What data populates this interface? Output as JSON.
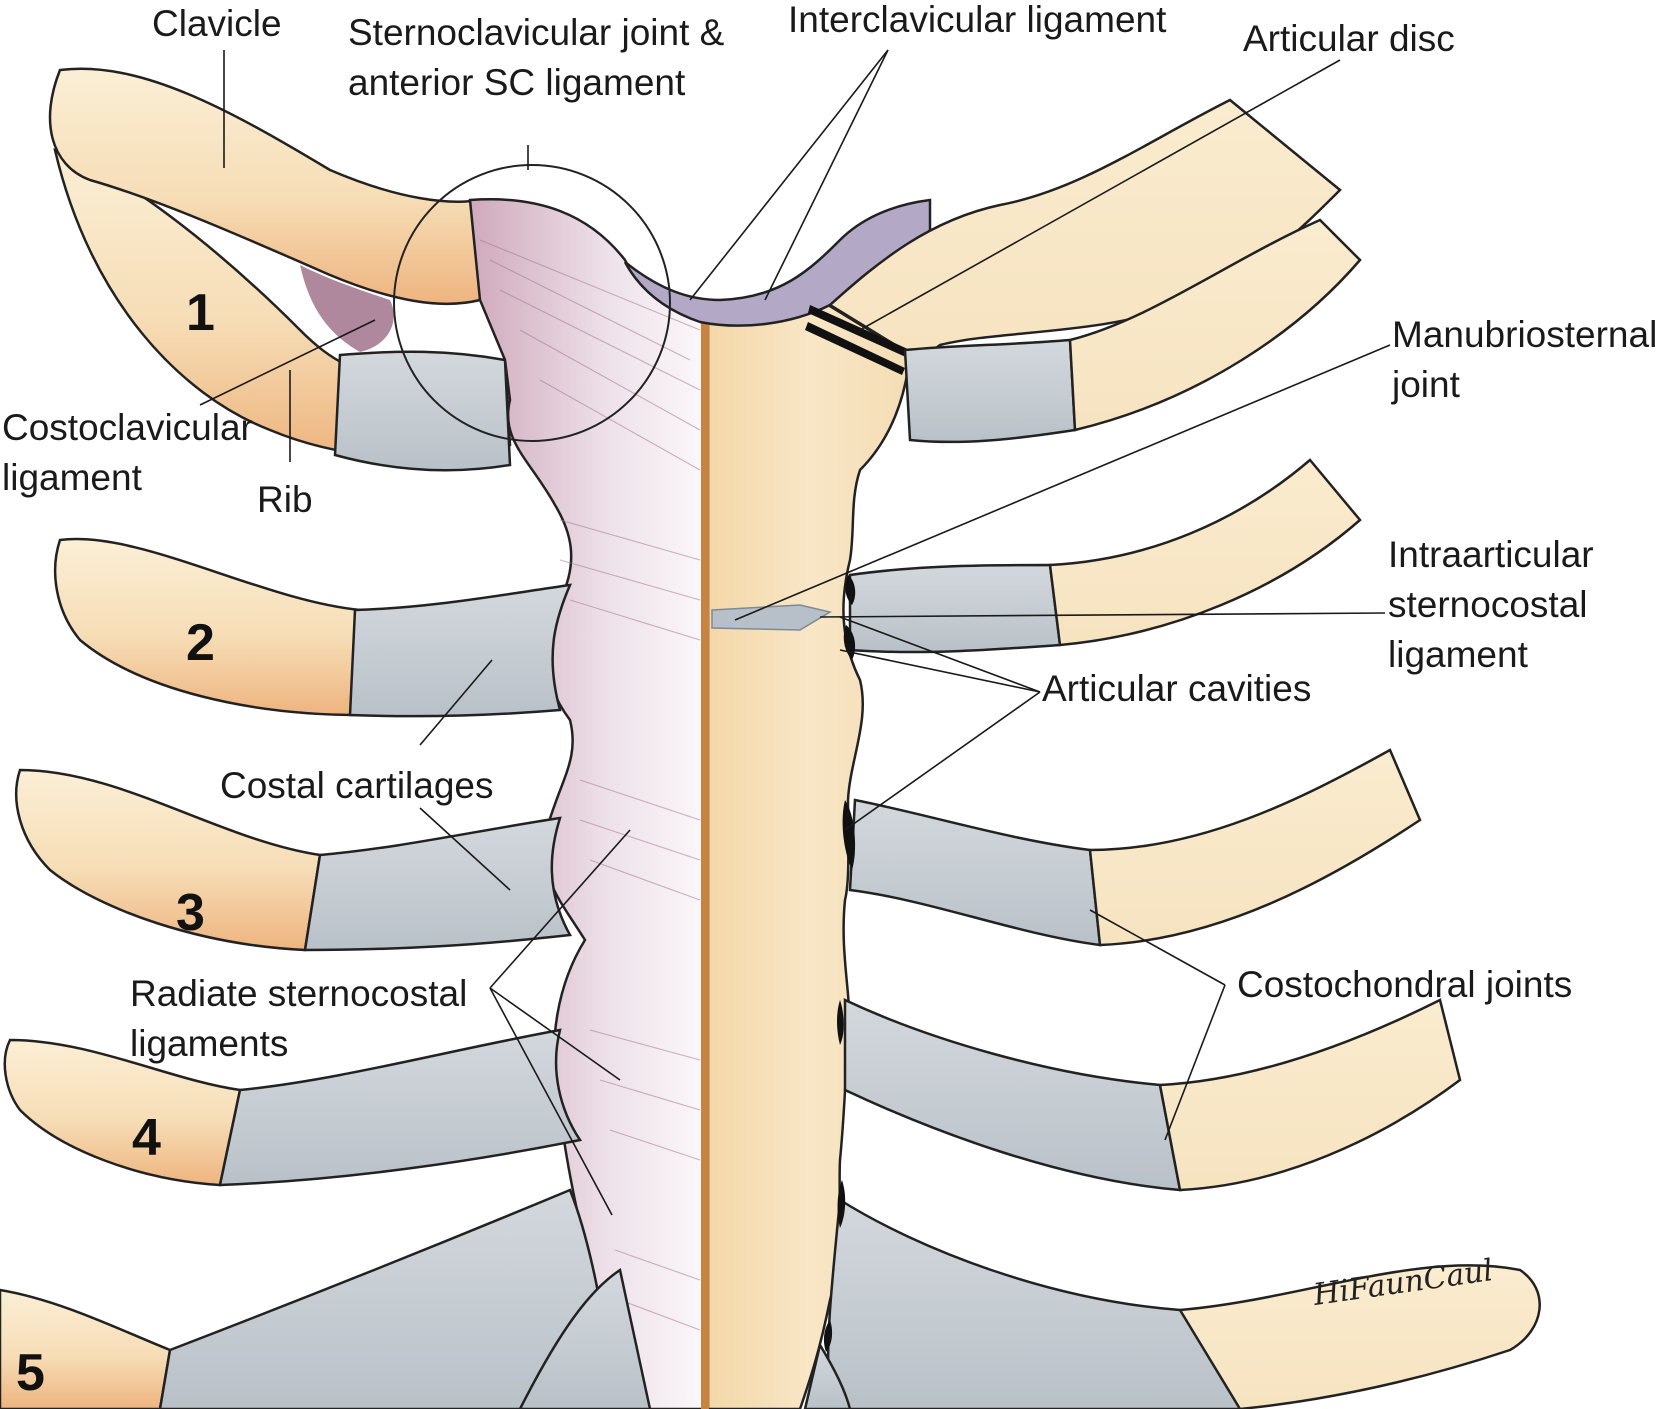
{
  "labels": {
    "clavicle": "Clavicle",
    "sc_joint_line1": "Sternoclavicular joint &",
    "sc_joint_line2": "anterior SC ligament",
    "interclavicular": "Interclavicular ligament",
    "articular_disc": "Articular disc",
    "manubriosternal_line1": "Manubriosternal",
    "manubriosternal_line2": "joint",
    "costoclavicular_line1": "Costoclavicular",
    "costoclavicular_line2": "ligament",
    "rib": "Rib",
    "intraarticular_line1": "Intraarticular",
    "intraarticular_line2": "sternocostal",
    "intraarticular_line3": "ligament",
    "articular_cavities": "Articular cavities",
    "costal_cartilages": "Costal cartilages",
    "costochondral_joints": "Costochondral joints",
    "radiate_line1": "Radiate sternocostal",
    "radiate_line2": "ligaments"
  },
  "rib_numbers": [
    "1",
    "2",
    "3",
    "4",
    "5"
  ],
  "signature": "HiFaunCaul",
  "colors": {
    "bone": "#f7e6c4",
    "bone_shade": "#eeb47f",
    "cartilage": "#c6ccd2",
    "ligament": "#d8c0cc",
    "ligament_dark": "#8d5a78",
    "interclavicular": "#b3a9c6",
    "sternal_midline": "#c8843f"
  },
  "icons": {
    "sc_joint_marker": "circle-outline",
    "articular_cavity": "black-slit"
  }
}
